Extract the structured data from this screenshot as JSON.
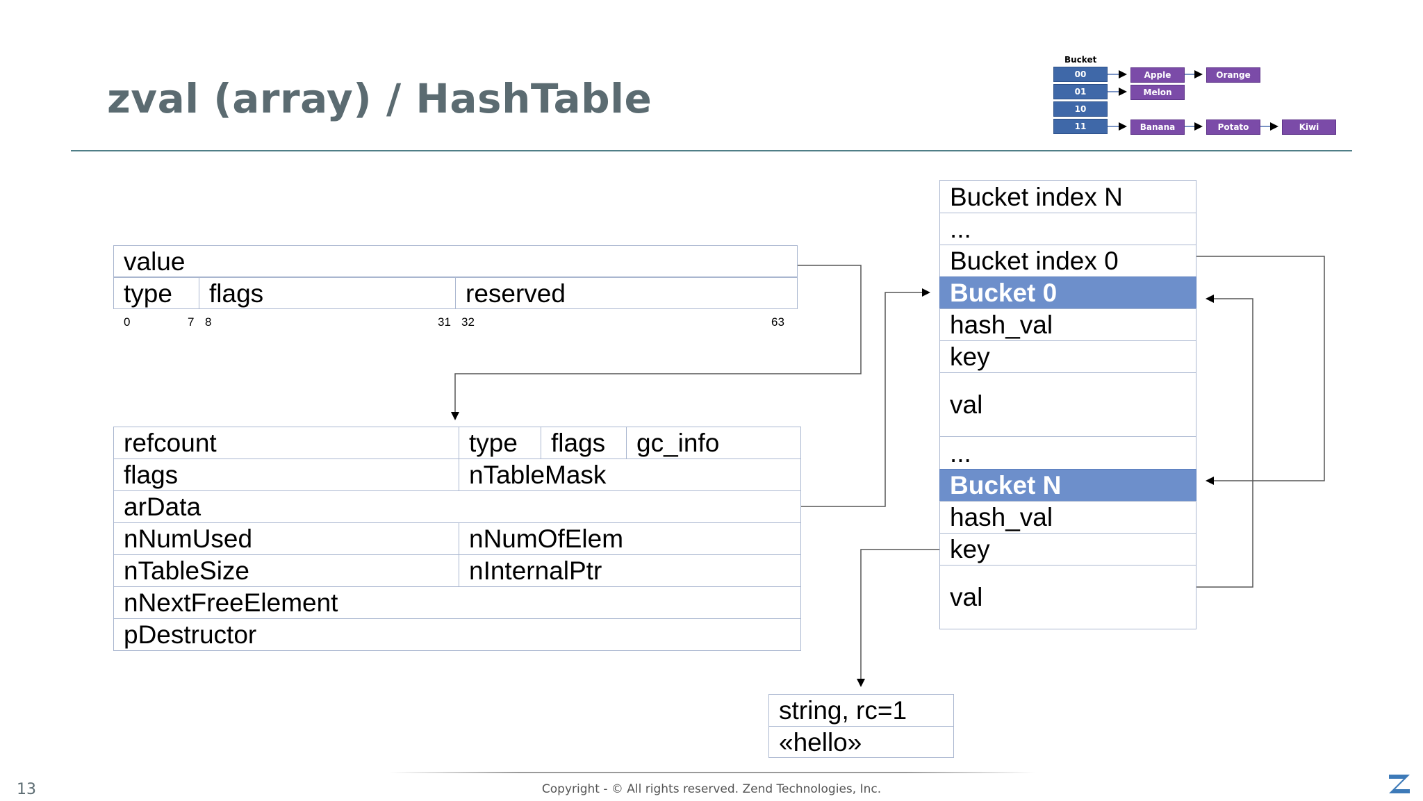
{
  "title": "zval (array) / HashTable",
  "zval": {
    "value": "value",
    "type": "type",
    "flags": "flags",
    "reserved": "reserved",
    "bits": [
      "0",
      "7",
      "8",
      "31",
      "32",
      "63"
    ]
  },
  "hashtable": {
    "refcount": "refcount",
    "type": "type",
    "flags_small": "flags",
    "gc_info": "gc_info",
    "flags": "flags",
    "nTableMask": "nTableMask",
    "arData": "arData",
    "nNumUsed": "nNumUsed",
    "nNumOfElem": "nNumOfElem",
    "nTableSize": "nTableSize",
    "nInternalPtr": "nInternalPtr",
    "nNextFreeElement": "nNextFreeElement",
    "pDestructor": "pDestructor"
  },
  "buckets": {
    "index_n": "Bucket index N",
    "dots1": "...",
    "index_0": "Bucket index 0",
    "bucket_0": "Bucket 0",
    "hash_val_0": "hash_val",
    "key_0": "key",
    "val_0": "val",
    "dots2": "...",
    "bucket_n": "Bucket N",
    "hash_val_n": "hash_val",
    "key_n": "key",
    "val_n": "val"
  },
  "string": {
    "header": "string, rc=1",
    "value": "«hello»"
  },
  "mini_diagram": {
    "caption": "Bucket",
    "buckets": [
      "00",
      "01",
      "10",
      "11"
    ],
    "nodes": [
      "Apple",
      "Orange",
      "Melon",
      "Banana",
      "Potato",
      "Kiwi"
    ]
  },
  "footer": {
    "page_number": "13",
    "copyright": "Copyright - © All rights reserved. Zend Technologies, Inc.",
    "logo_text": "zend"
  },
  "colors": {
    "title": "#5b6b71",
    "rule": "#4f7e87",
    "border": "#a9b6cf",
    "highlight": "#6d8fcb",
    "mini_bucket": "#3f68a8",
    "mini_node": "#7b4ba8"
  }
}
